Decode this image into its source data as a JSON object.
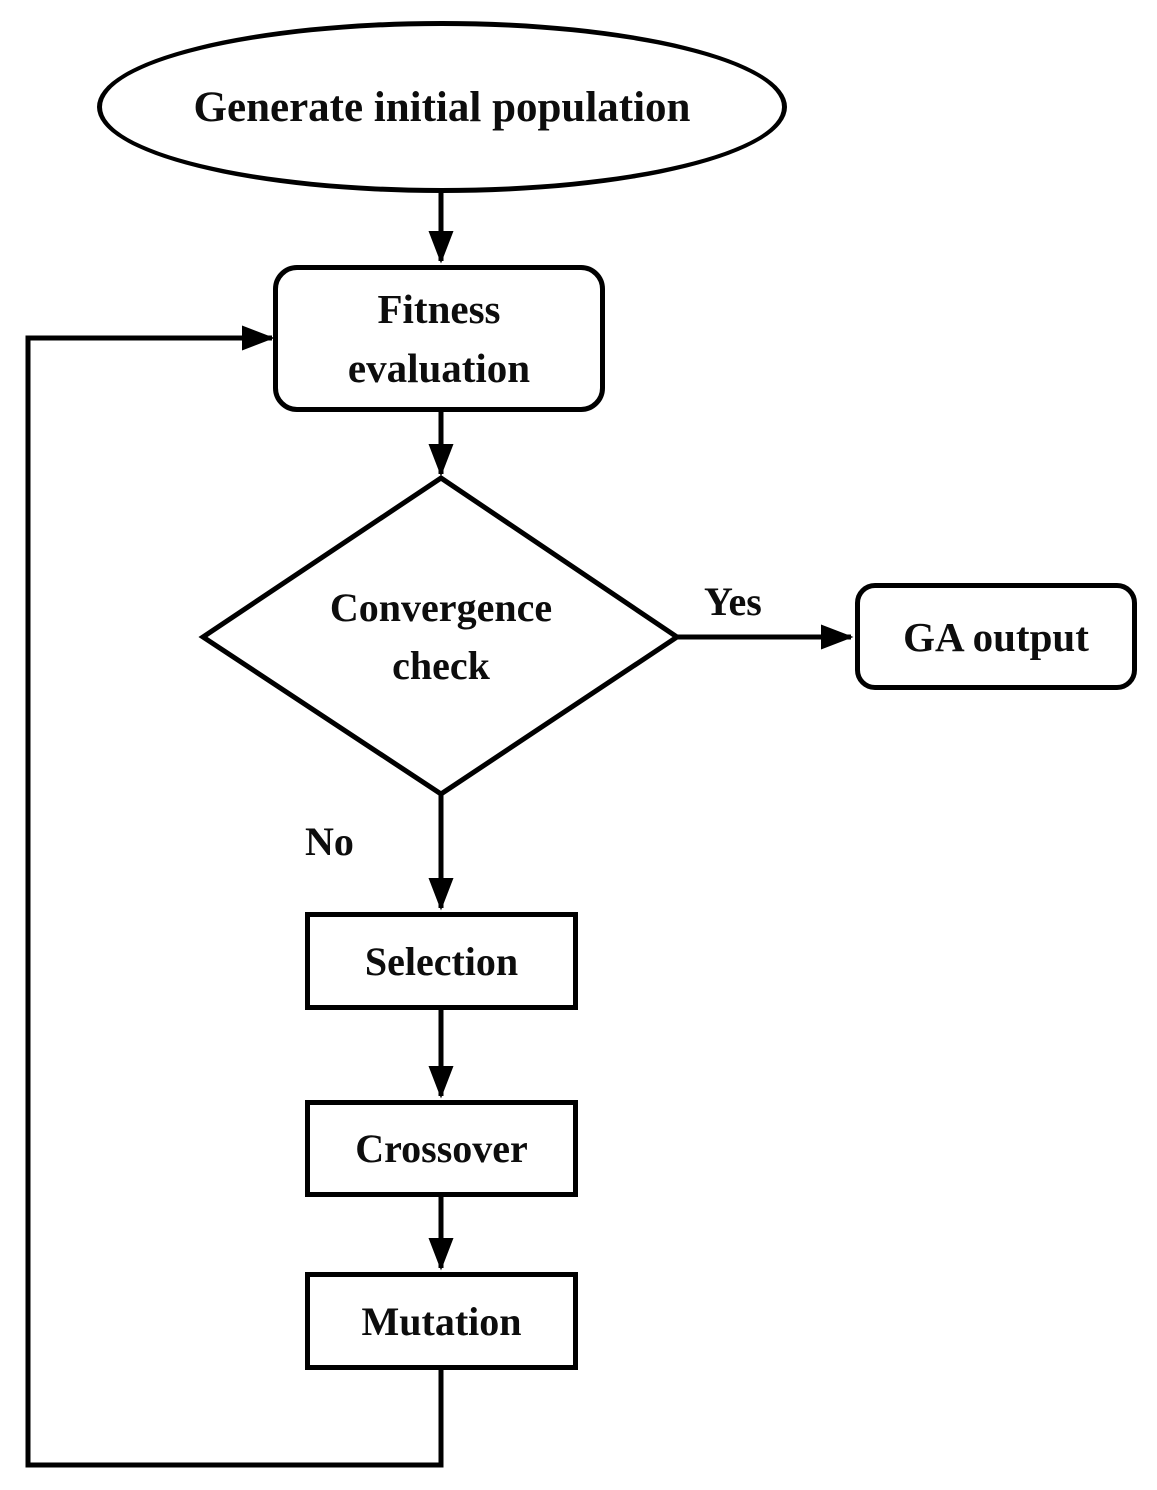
{
  "diagram": {
    "type": "flowchart",
    "subject": "Genetic algorithm loop",
    "nodes": {
      "start": {
        "label": "Generate initial population",
        "shape": "ellipse-terminator"
      },
      "fitness": {
        "label": "Fitness\nevaluation",
        "shape": "rounded-rectangle"
      },
      "decision": {
        "label": "Convergence\ncheck",
        "shape": "diamond"
      },
      "ga_output": {
        "label": "GA output",
        "shape": "rounded-rectangle"
      },
      "selection": {
        "label": "Selection",
        "shape": "rectangle"
      },
      "crossover": {
        "label": "Crossover",
        "shape": "rectangle"
      },
      "mutation": {
        "label": "Mutation",
        "shape": "rectangle"
      }
    },
    "edge_labels": {
      "yes": "Yes",
      "no": "No"
    },
    "edges": [
      {
        "from": "start",
        "to": "fitness"
      },
      {
        "from": "fitness",
        "to": "decision"
      },
      {
        "from": "decision",
        "to": "ga_output",
        "label": "Yes"
      },
      {
        "from": "decision",
        "to": "selection",
        "label": "No"
      },
      {
        "from": "selection",
        "to": "crossover"
      },
      {
        "from": "crossover",
        "to": "mutation"
      },
      {
        "from": "mutation",
        "to": "fitness",
        "style": "feedback-loop-left"
      }
    ],
    "colors": {
      "line": "#000000",
      "text": "#0d0d0d",
      "background": "#ffffff"
    }
  }
}
